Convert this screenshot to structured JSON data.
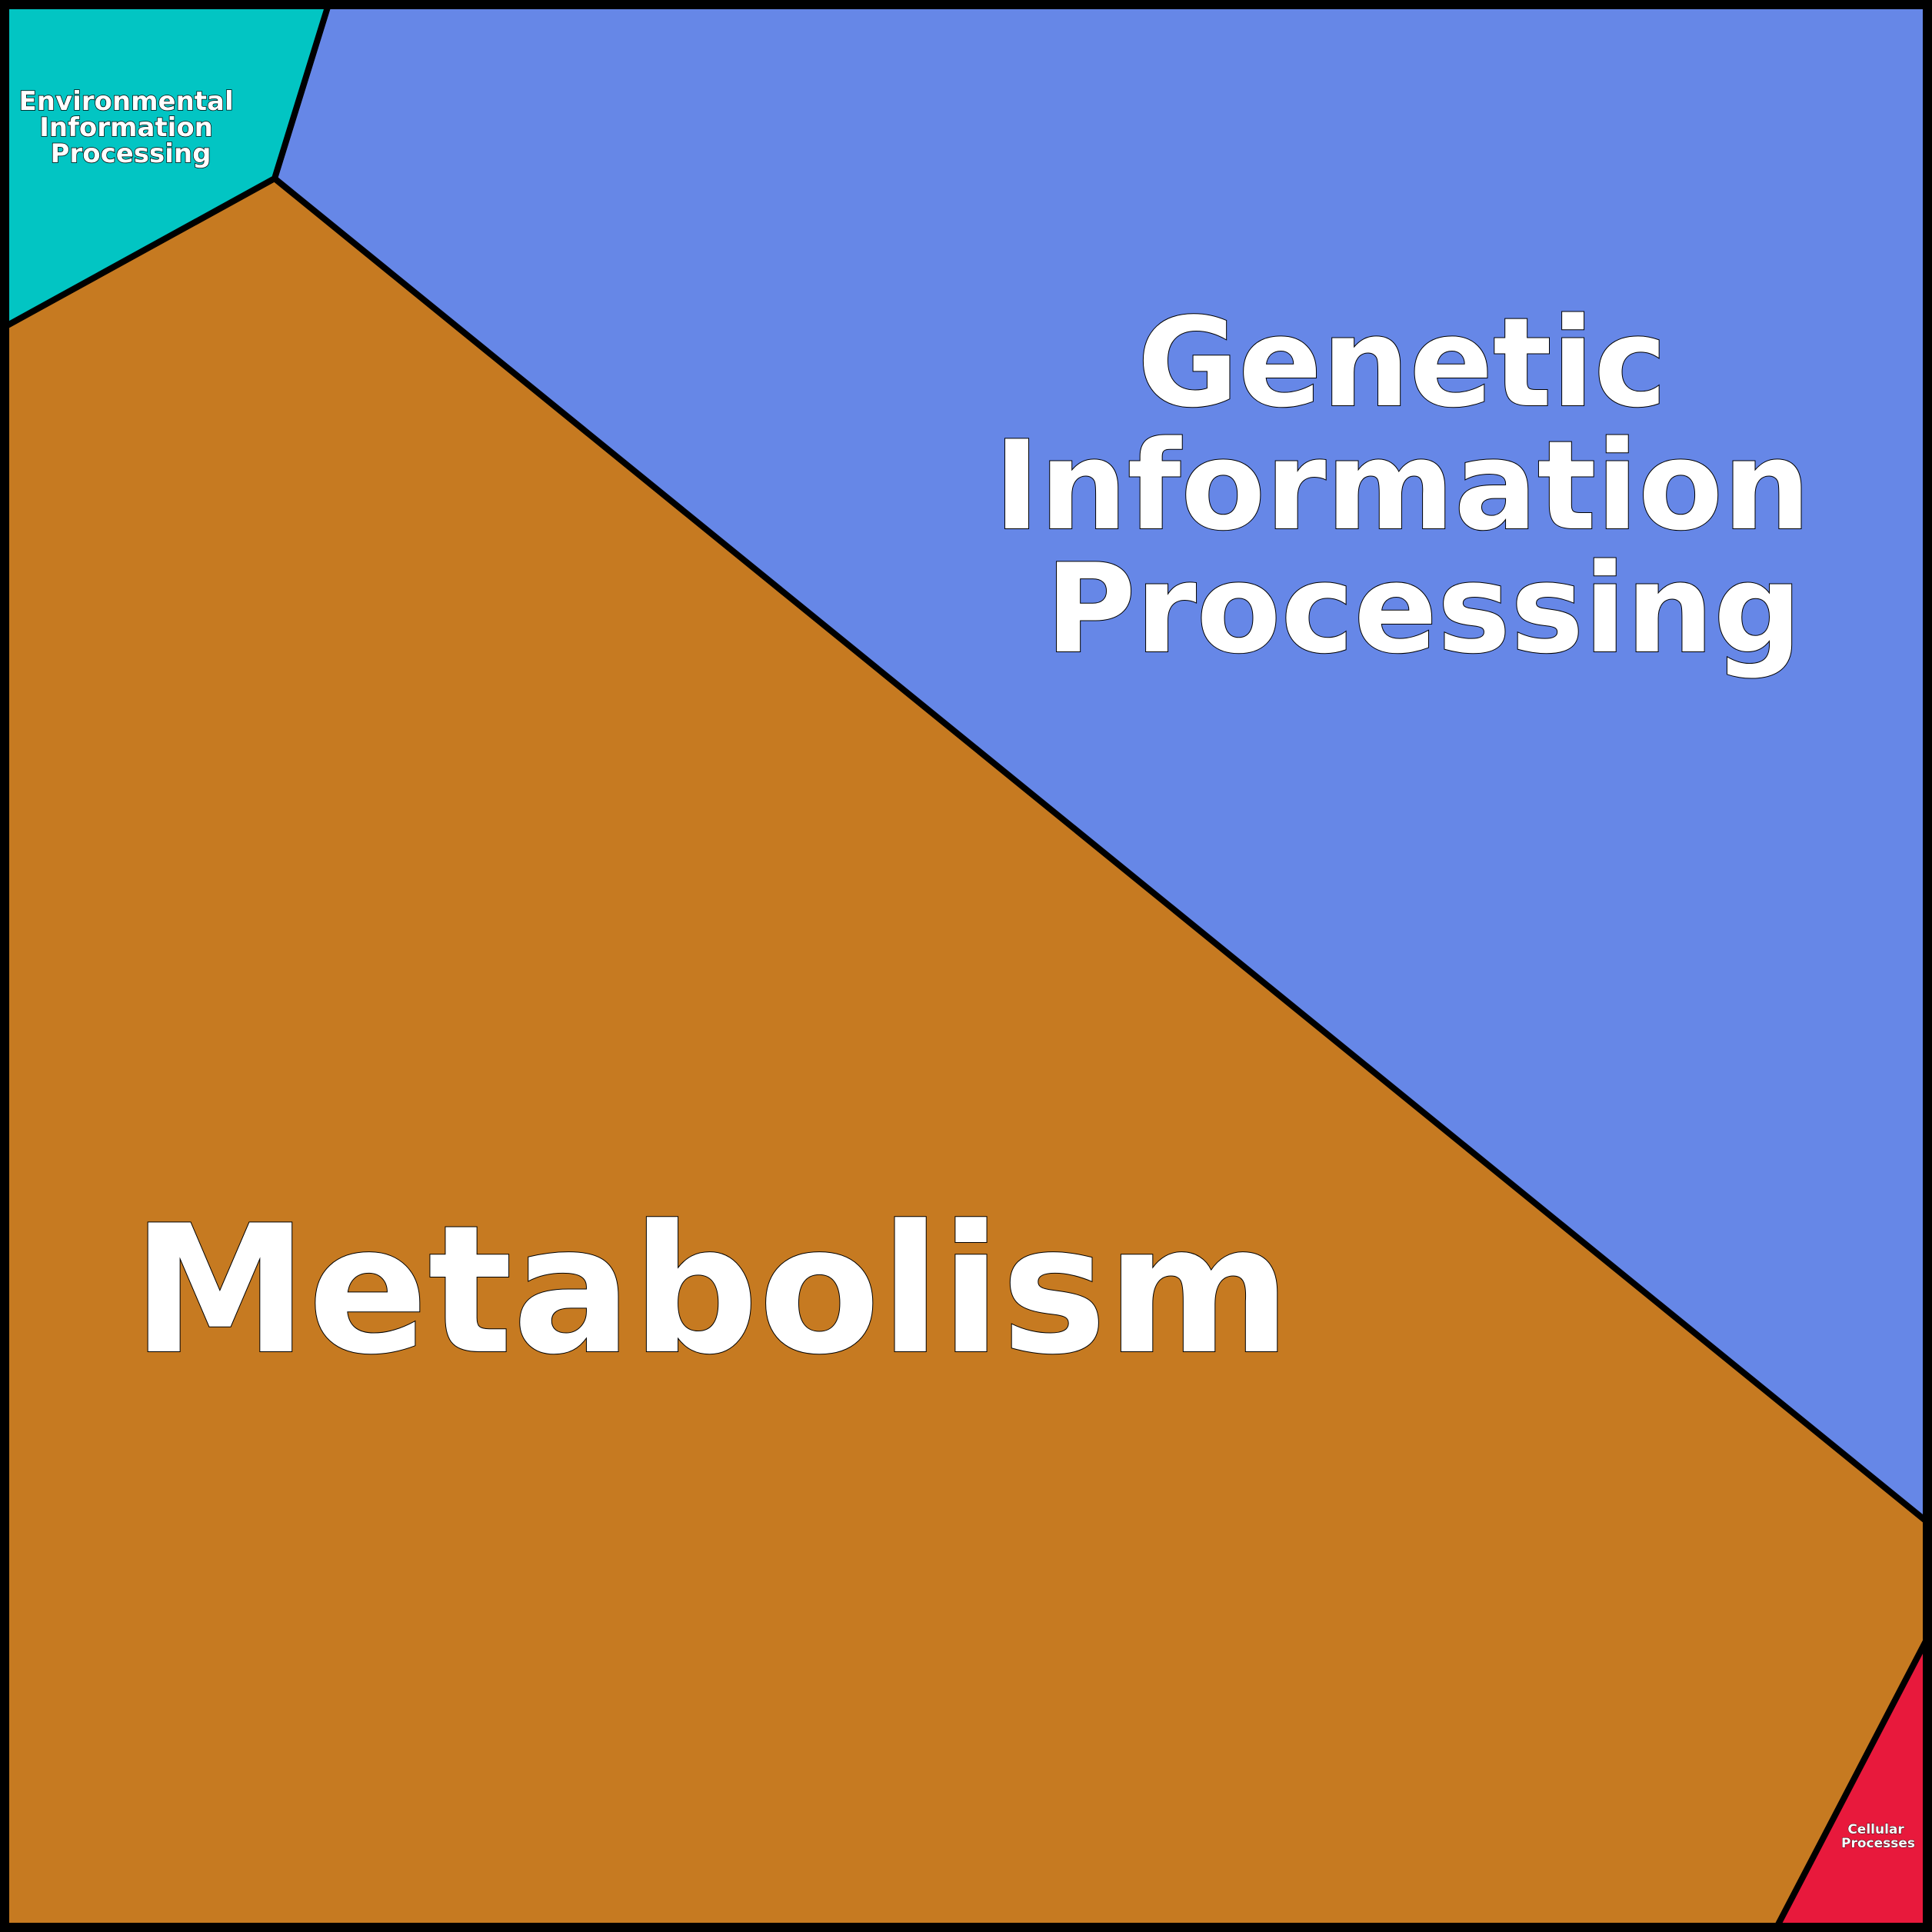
{
  "cells": {
    "environmental": {
      "lines": [
        "Environmental",
        "Information",
        "Processing"
      ],
      "color": "#02C5C3"
    },
    "genetic": {
      "lines": [
        "Genetic",
        "Information",
        "Processing"
      ],
      "color": "#6687E7"
    },
    "metabolism": {
      "lines": [
        "Metabolism"
      ],
      "color": "#C67A21"
    },
    "cellular": {
      "lines": [
        "Cellular",
        "Processes"
      ],
      "color": "#E8193C"
    }
  }
}
